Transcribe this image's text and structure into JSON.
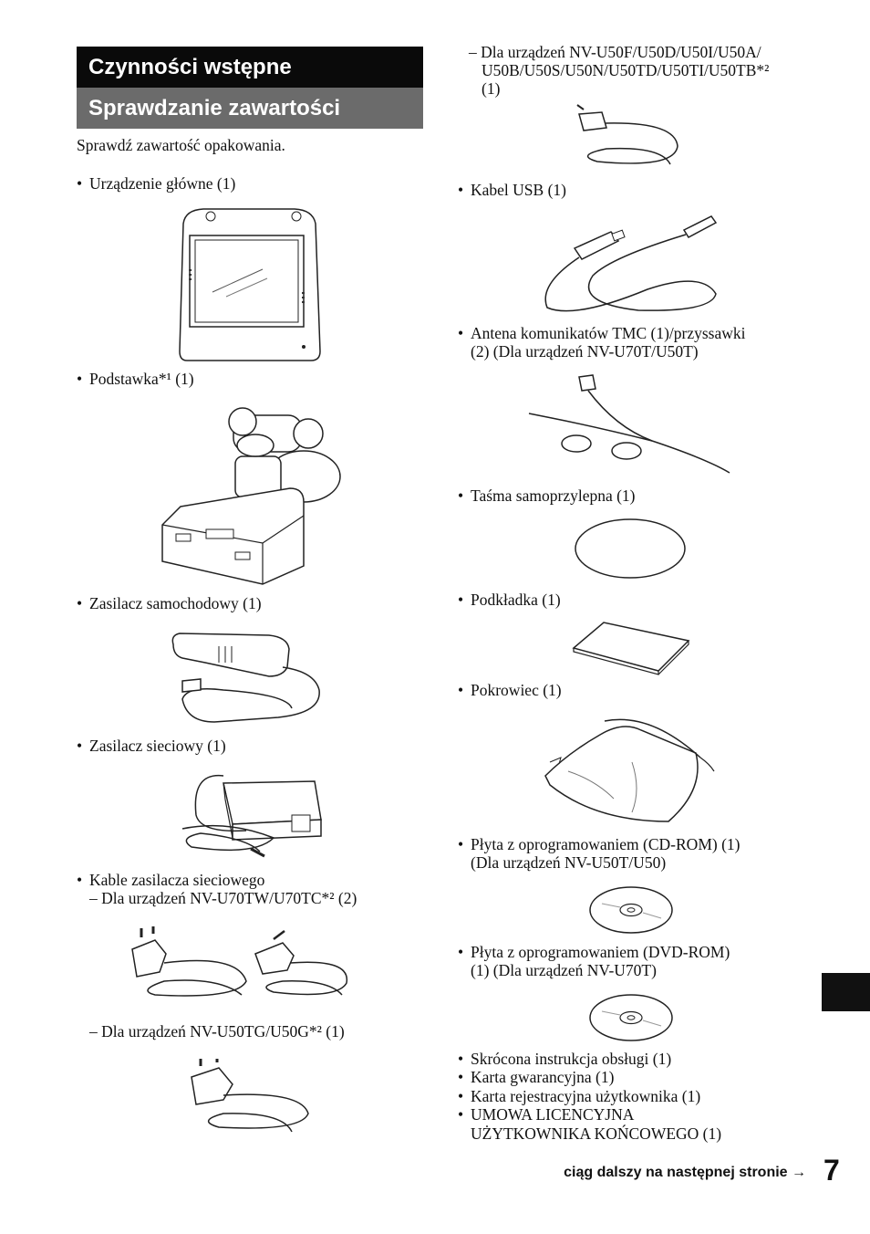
{
  "header": {
    "title": "Czynności wstępne",
    "subtitle": "Sprawdzanie zawartości"
  },
  "intro": "Sprawdź zawartość opakowania.",
  "left_items": {
    "main_unit": "Urządzenie główne (1)",
    "cradle": "Podstawka*¹ (1)",
    "car_adapter": "Zasilacz samochodowy (1)",
    "ac_adapter": "Zasilacz sieciowy (1)",
    "power_cables": "Kable zasilacza sieciowego",
    "power_cables_tw": "– Dla urządzeń NV-U70TW/U70TC*² (2)",
    "power_cables_tg": "– Dla urządzeń NV-U50TG/U50G*² (1)"
  },
  "right_items": {
    "models_line1": "– Dla urządzeń NV-U50F/U50D/U50I/U50A/",
    "models_line2": "U50B/U50S/U50N/U50TD/U50TI/U50TB*²",
    "models_line3": "(1)",
    "usb_cable": "Kabel USB (1)",
    "tmc_line1": "Antena komunikatów TMC (1)/przyssawki",
    "tmc_line2": "(2) (Dla urządzeń NV-U70T/U50T)",
    "adhesive": "Taśma samoprzylepna (1)",
    "pad": "Podkładka (1)",
    "case": "Pokrowiec (1)",
    "cd_line1": "Płyta z oprogramowaniem (CD-ROM) (1)",
    "cd_line2": "(Dla urządzeń NV-U50T/U50)",
    "dvd_line1": "Płyta z oprogramowaniem (DVD-ROM)",
    "dvd_line2": "(1) (Dla urządzeń NV-U70T)",
    "docs": [
      "Skrócona instrukcja obsługi (1)",
      "Karta gwarancyjna (1)",
      "Karta rejestracyjna użytkownika (1)",
      "UMOWA LICENCYJNA"
    ],
    "docs_cont": "UŻYTKOWNIKA KOŃCOWEGO (1)"
  },
  "footer": {
    "continued": "ciąg dalszy na następnej stronie →",
    "page_number": "7"
  }
}
